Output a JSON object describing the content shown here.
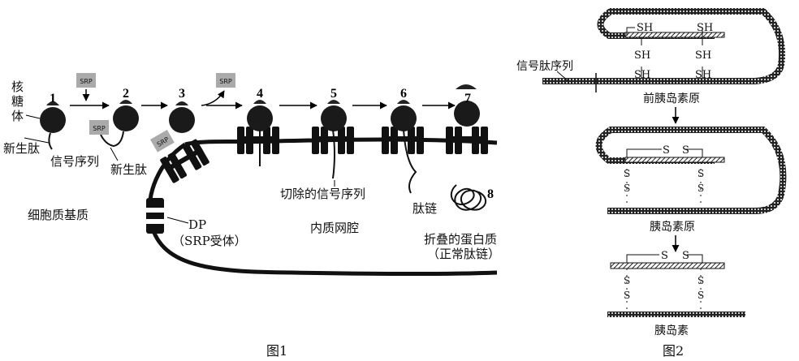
{
  "figure1": {
    "caption": "图1",
    "numbers": [
      "1",
      "2",
      "3",
      "4",
      "5",
      "6",
      "7",
      "8"
    ],
    "srp": "SRP",
    "labels": {
      "ribosome_line1": "核",
      "ribosome_line2": "糖",
      "ribosome_line3": "体",
      "nascent_peptide_left": "新生肽",
      "signal_sequence": "信号序列",
      "nascent_peptide": "新生肽",
      "cytoplasm_matrix": "细胞质基质",
      "dp": "DP",
      "srp_receptor": "（SRP受体）",
      "cleaved_signal": "切除的信号序列",
      "er_lumen": "内质网腔",
      "peptide_chain": "肽链",
      "folded_protein": "折叠的蛋白质",
      "normal_chain": "（正常肽链）"
    }
  },
  "figure2": {
    "caption": "图2",
    "signal_peptide": "信号肽序列",
    "preproinsulin": "前胰岛素原",
    "proinsulin": "胰岛素原",
    "insulin": "胰岛素",
    "sh": "SH",
    "s": "S"
  }
}
